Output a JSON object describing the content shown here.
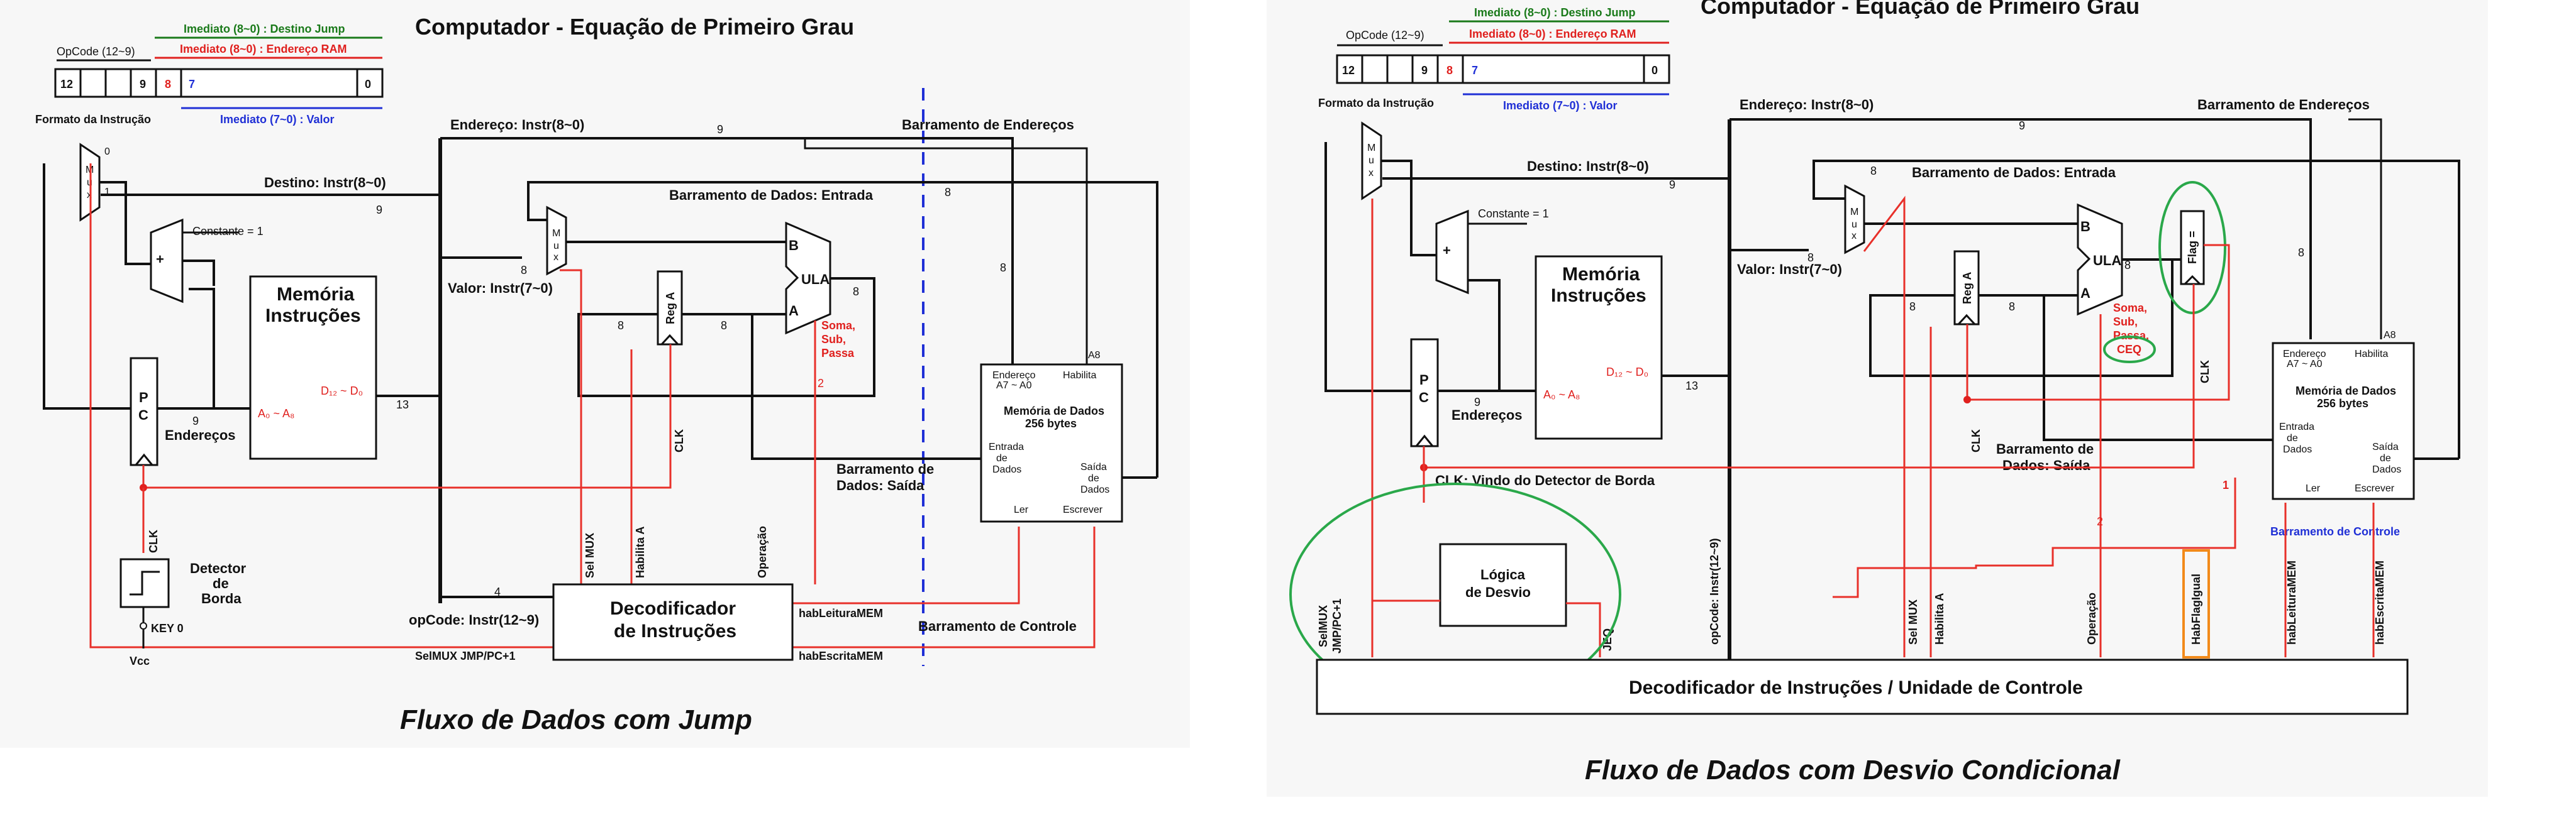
{
  "left": {
    "title": "Computador - Equação de Primeiro Grau",
    "caption": "Fluxo de Dados com Jump",
    "format": {
      "opcode_label": "OpCode (12~9)",
      "jump_label": "Imediato (8~0) : Destino Jump",
      "ram_label": "Imediato (8~0) : Endereço RAM",
      "value_label": "Imediato (7~0) : Valor",
      "bit_12": "12",
      "bit_9": "9",
      "bit_8": "8",
      "bit_7": "7",
      "bit_0": "0",
      "name": "Formato da Instrução"
    },
    "mux_letters": "M\nu\nx",
    "mux_in_0": "0",
    "mux_in_1": "1",
    "constante": "Constante = 1",
    "adder_sign": "+",
    "destino": "Destino: Instr(8~0)",
    "endereco": "Endereço: Instr(8~0)",
    "valor": "Valor: Instr(7~0)",
    "barr_end": "Barramento de Endereços",
    "barr_dados_entrada": "Barramento de Dados: Entrada",
    "barr_dados_saida": "Barramento de Dados: Saída",
    "barr_controle": "Barramento de Controle",
    "mem_instr_l1": "Memória",
    "mem_instr_l2": "Instruções",
    "a_range": "A₀ ~ A₈",
    "d_range": "D₁₂ ~ D₀",
    "pc": "P\nC",
    "enderecos": "Endereços",
    "n9": "9",
    "n13": "13",
    "n8": "8",
    "n4": "4",
    "n2": "2",
    "reg_a": "Reg A",
    "ula": "ULA",
    "ula_a": "A",
    "ula_b": "B",
    "ula_ops": "Soma,\nSub,\nPassa",
    "clk": "CLK",
    "detector": "Detector\nde\nBorda",
    "key0": "KEY 0",
    "vcc": "Vcc",
    "sel_mux": "Sel MUX",
    "habilita_a": "Habilita A",
    "operacao": "Operação",
    "opcode_instr": "opCode: Instr(12~9)",
    "selmux_jmp": "SelMUX JMP/PC+1",
    "decod_l1": "Decodificador",
    "decod_l2": "de Instruções",
    "hab_leitura": "habLeituraMEM",
    "hab_escrita": "habEscritaMEM",
    "mem_dados": {
      "endereco": "Endereço\nA7 ~ A0",
      "habilita": "Habilita",
      "a8": "A8",
      "title": "Memória de Dados\n256 bytes",
      "entrada": "Entrada\nde\nDados",
      "saida": "Saída\nde\nDados",
      "ler": "Ler",
      "escrever": "Escrever"
    }
  },
  "right": {
    "title": "Computador - Equação de Primeiro Grau",
    "caption": "Fluxo de Dados com Desvio Condicional",
    "flag": "Flag =",
    "ops": "Soma,\nSub,\nPassa,",
    "ceq": "CEQ",
    "one": "1",
    "clk_vindo": "CLK: Vindo do Detector de Borda",
    "logica_l1": "Lógica",
    "logica_l2": "de Desvio",
    "selmux_pc": "SelMUX\nJMP/PC+1",
    "jeq": "JEQ",
    "opcode_instr": "opCode: Instr(12~9)",
    "hab_flag": "HabFlagIgual",
    "decod_uc": "Decodificador de Instruções / Unidade de Controle"
  }
}
